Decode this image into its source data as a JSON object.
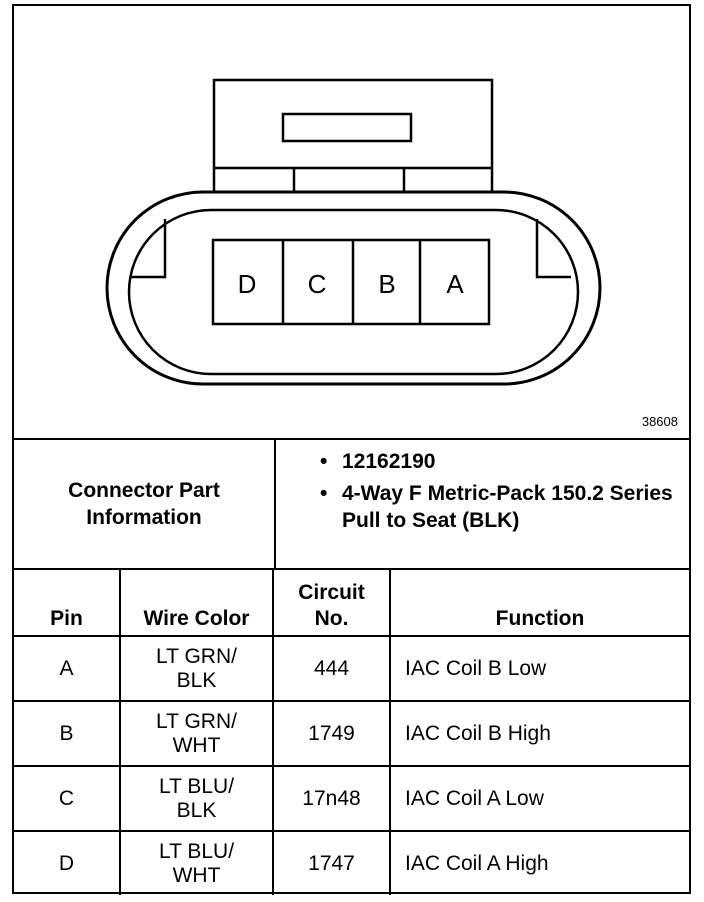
{
  "figure_number": "38608",
  "connector_pins": [
    "D",
    "C",
    "B",
    "A"
  ],
  "connector_info": {
    "label_line1": "Connector Part",
    "label_line2": "Information",
    "items": [
      "12162190",
      "4-Way F Metric-Pack 150.2 Series Pull to Seat (BLK)"
    ]
  },
  "table": {
    "headers": {
      "pin": "Pin",
      "wire_color": "Wire Color",
      "circuit_line1": "Circuit",
      "circuit_line2": "No.",
      "function": "Function"
    },
    "rows": [
      {
        "pin": "A",
        "wire1": "LT GRN/",
        "wire2": "BLK",
        "circuit": "444",
        "function": "IAC Coil B Low"
      },
      {
        "pin": "B",
        "wire1": "LT GRN/",
        "wire2": "WHT",
        "circuit": "1749",
        "function": "IAC Coil B High"
      },
      {
        "pin": "C",
        "wire1": "LT BLU/",
        "wire2": "BLK",
        "circuit": "17n48",
        "function": "IAC Coil A Low"
      },
      {
        "pin": "D",
        "wire1": "LT BLU/",
        "wire2": "WHT",
        "circuit": "1747",
        "function": "IAC Coil A High"
      }
    ]
  }
}
